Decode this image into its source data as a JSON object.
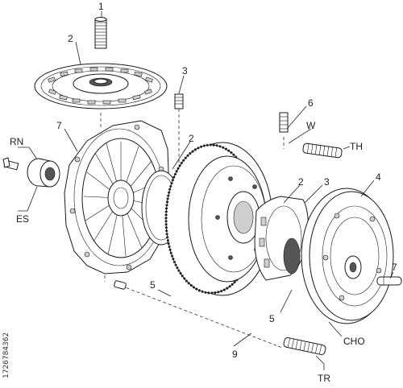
{
  "labels": {
    "l1": "1",
    "l2a": "2",
    "l3a": "3",
    "l6": "6",
    "w": "W",
    "rn": "RN",
    "l7a": "7",
    "th": "TH",
    "l2b": "2",
    "l3b": "3",
    "l4": "4",
    "l2c": "2",
    "es": "ES",
    "l7b": "7",
    "l5a": "5",
    "l5b": "5",
    "cho": "CHO",
    "l9": "9",
    "tr": "TR"
  },
  "watermark": {
    "side_id": "1726784362"
  }
}
